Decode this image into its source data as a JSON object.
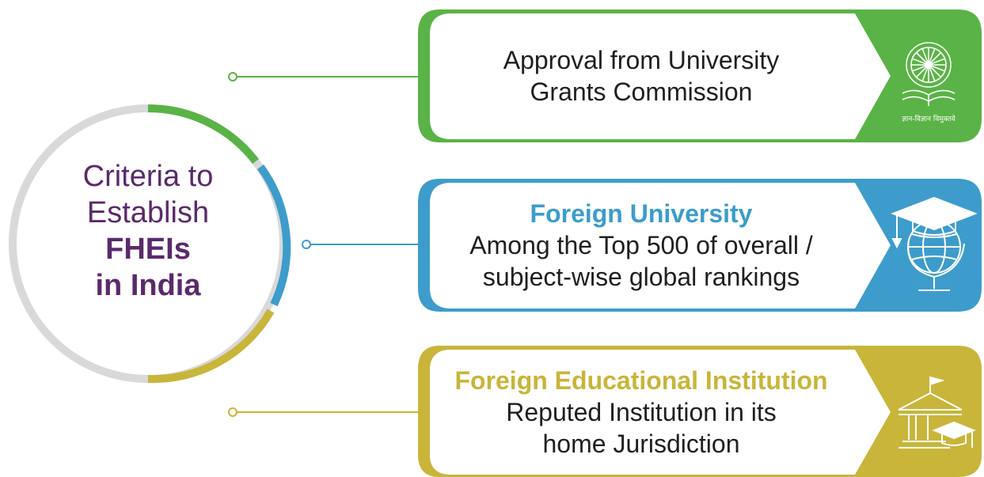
{
  "center": {
    "line1": "Criteria to",
    "line2": "Establish",
    "line3": "FHEIs",
    "line4": "in India",
    "text_color": "#5b2a6b"
  },
  "cards": [
    {
      "heading": "",
      "lines": [
        "Approval from University",
        "Grants Commission"
      ],
      "color": "#5ab346",
      "icon": "ugc-emblem-icon",
      "icon_caption": "ज्ञान-विज्ञान विमुक्तये"
    },
    {
      "heading": "Foreign University",
      "lines": [
        "Among the Top 500 of overall /",
        "subject-wise global rankings"
      ],
      "color": "#3d9ccb",
      "icon": "graduation-globe-icon"
    },
    {
      "heading": "Foreign Educational Institution",
      "lines": [
        "Reputed Institution in its",
        "home Jurisdiction"
      ],
      "color": "#c8b53a",
      "icon": "institution-building-icon"
    }
  ],
  "ring_colors": {
    "base": "#d9d9d9",
    "green": "#5ab346",
    "blue": "#3d9ccb",
    "gold": "#c8b53a"
  }
}
